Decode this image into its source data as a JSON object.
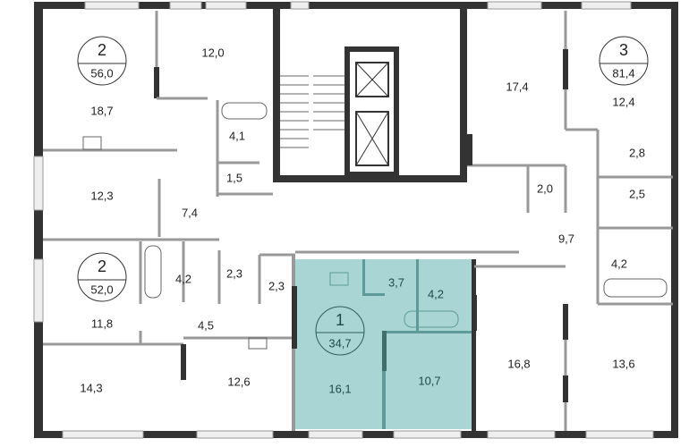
{
  "title": "Floor plan",
  "colors": {
    "highlight": "#a9d6d4",
    "highlight_wall": "#5e9a97",
    "wall": "#333333",
    "partition": "#9a9a9a"
  },
  "apartments": [
    {
      "rooms_count": "2",
      "total_area": "56,0",
      "rooms": [
        "18,7",
        "12,0",
        "4,1",
        "1,5",
        "7,4",
        "12,3"
      ]
    },
    {
      "rooms_count": "3",
      "total_area": "81,4",
      "rooms": [
        "17,4",
        "12,4",
        "2,8",
        "2,5",
        "2,0",
        "9,7",
        "4,2"
      ]
    },
    {
      "rooms_count": "2",
      "total_area": "52,0",
      "rooms": [
        "11,8",
        "4,2",
        "2,3",
        "2,3",
        "4,5",
        "14,3",
        "12,6"
      ]
    },
    {
      "rooms_count": "1",
      "total_area": "34,7",
      "rooms": [
        "16,1",
        "3,7",
        "4,2",
        "10,7"
      ],
      "highlighted": true
    },
    {
      "rooms": [
        "16,8"
      ]
    },
    {
      "rooms": [
        "13,6"
      ]
    }
  ]
}
